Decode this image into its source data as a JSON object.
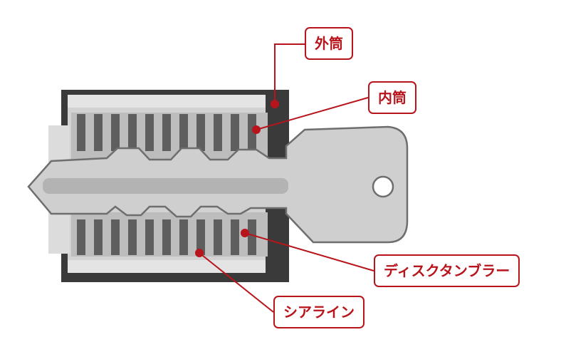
{
  "labels": {
    "outer_cylinder": "外筒",
    "inner_cylinder": "内筒",
    "disc_tumbler": "ディスクタンブラー",
    "shear_line": "シアライン"
  },
  "colors": {
    "accent": "#b8141c",
    "outer_shell": "#3a3a3a",
    "inner_body": "#c9c9c9",
    "key": "#cfcfcf",
    "tumbler": "#5e5e5e"
  }
}
